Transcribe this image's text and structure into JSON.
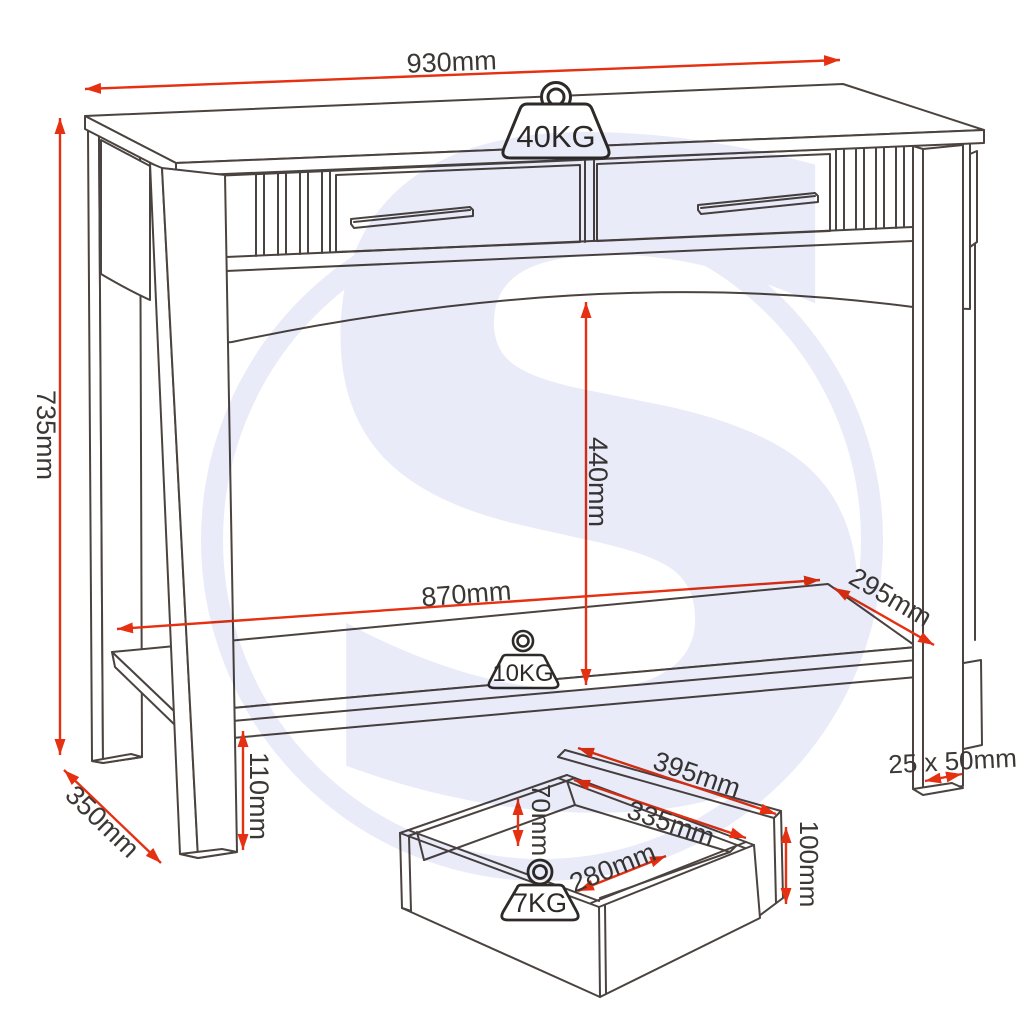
{
  "diagram_title": "console table dimension diagram",
  "colors": {
    "dimension_accent": "#e63012",
    "drawing_line": "#4b433f",
    "label_text": "#3b3734",
    "watermark": "#e9ebf8"
  },
  "watermark": {
    "letter": "S"
  },
  "table": {
    "width": "930mm",
    "height": "735mm",
    "under_clearance": "440mm",
    "shelf_width": "870mm",
    "shelf_depth": "295mm",
    "depth": "350mm",
    "shelf_floor_gap": "110mm",
    "leg_section": "25 x 50mm",
    "top_capacity": "40KG",
    "shelf_capacity": "10KG"
  },
  "drawer": {
    "front_width": "395mm",
    "inner_width": "335mm",
    "inner_depth": "280mm",
    "inner_height": "70mm",
    "front_height": "100mm",
    "capacity": "7KG"
  }
}
